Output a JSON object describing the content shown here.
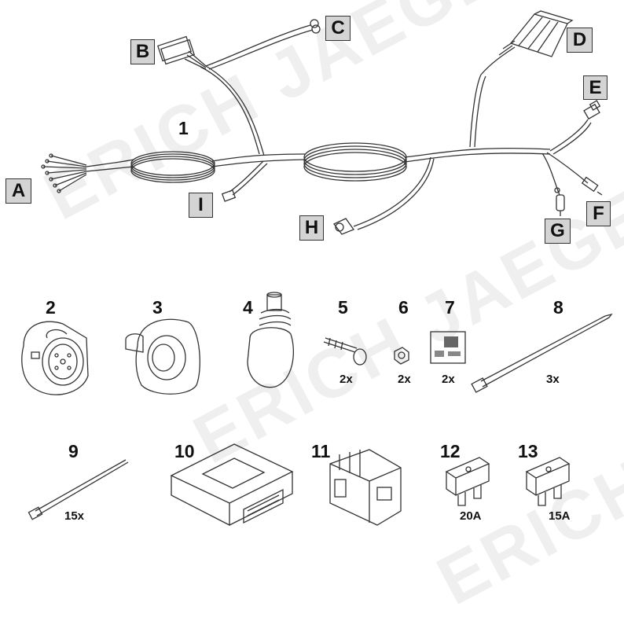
{
  "watermark": {
    "text": "ERICH JAEGER"
  },
  "harness": {
    "number": "1",
    "connectors": [
      {
        "id": "A",
        "label": "A"
      },
      {
        "id": "B",
        "label": "B"
      },
      {
        "id": "C",
        "label": "C"
      },
      {
        "id": "D",
        "label": "D"
      },
      {
        "id": "E",
        "label": "E"
      },
      {
        "id": "F",
        "label": "F"
      },
      {
        "id": "G",
        "label": "G"
      },
      {
        "id": "H",
        "label": "H"
      },
      {
        "id": "I",
        "label": "I"
      }
    ]
  },
  "parts": [
    {
      "number": "2",
      "name": "socket",
      "qty": ""
    },
    {
      "number": "3",
      "name": "mounting-plate",
      "qty": ""
    },
    {
      "number": "4",
      "name": "rubber-grommet",
      "qty": ""
    },
    {
      "number": "5",
      "name": "bolt",
      "qty": "2x"
    },
    {
      "number": "6",
      "name": "nut",
      "qty": "2x"
    },
    {
      "number": "7",
      "name": "sticker",
      "qty": "2x"
    },
    {
      "number": "8",
      "name": "cable-tie-large",
      "qty": "3x"
    },
    {
      "number": "9",
      "name": "cable-tie-small",
      "qty": "15x"
    },
    {
      "number": "10",
      "name": "control-module",
      "qty": ""
    },
    {
      "number": "11",
      "name": "relay-holder",
      "qty": ""
    },
    {
      "number": "12",
      "name": "fuse-20a",
      "qty": "20A"
    },
    {
      "number": "13",
      "name": "fuse-15a",
      "qty": "15A"
    }
  ]
}
